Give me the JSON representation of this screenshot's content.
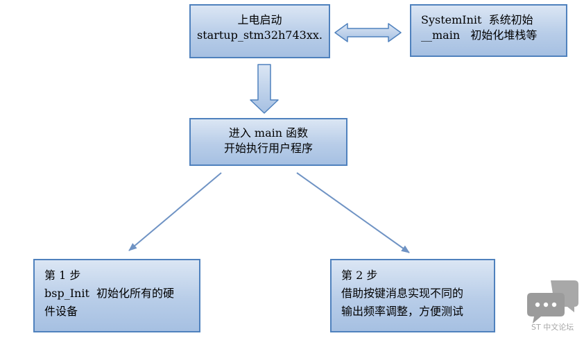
{
  "boxes": {
    "power_on": {
      "lines": [
        "上电启动",
        "startup_stm32h743xx."
      ]
    },
    "system_init": {
      "lines": [
        "SystemInit  系统初始",
        "__main   初始化堆栈等"
      ]
    },
    "main": {
      "lines": [
        "进入 main 函数",
        "开始执行用户程序"
      ]
    },
    "step1": {
      "lines": [
        "第 1 步",
        "bsp_Init  初始化所有的硬",
        "件设备"
      ]
    },
    "step2": {
      "lines": [
        "第 2 步",
        "借助按键消息实现不同的",
        "输出频率调整，方便测试"
      ]
    }
  },
  "watermark": {
    "label": "ST 中文论坛",
    "icon": "chat-bubbles-icon"
  },
  "colors": {
    "box_border": "#4f81bd",
    "box_fill_top": "#dbe6f4",
    "box_fill_bottom": "#a6c0e2",
    "connector": "#6f93c4",
    "watermark": "#a7a7a7"
  }
}
